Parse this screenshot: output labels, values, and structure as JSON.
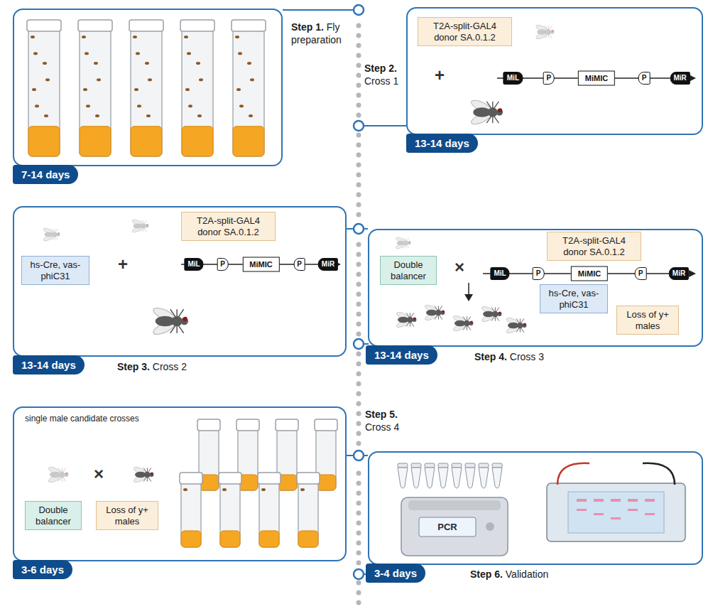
{
  "diagram": {
    "nodes": [
      {
        "text": [
          "Step 1.",
          "Fly preparation"
        ]
      },
      {
        "text": [
          "7-14 days"
        ],
        "in": 0
      },
      {
        "text": [
          "Step 2.",
          "Cross 1"
        ]
      },
      {
        "text": [
          "T2A-split-GAL4 donor SA.0.1.2"
        ],
        "in": 2
      },
      {
        "text": [
          "13-14 days"
        ],
        "in": 2
      },
      {
        "text": [
          "Step 3.",
          "Cross 2"
        ]
      },
      {
        "text": [
          "hs-Cre, vas-phiC31"
        ],
        "in": 5
      },
      {
        "text": [
          "T2A-split-GAL4 donor SA.0.1.2"
        ],
        "in": 5
      },
      {
        "text": [
          "13-14 days"
        ],
        "in": 5
      },
      {
        "text": [
          "Step 4.",
          "Cross 3"
        ]
      },
      {
        "text": [
          "Double balancer"
        ],
        "in": 9
      },
      {
        "text": [
          "T2A-split-GAL4 donor SA.0.1.2"
        ],
        "in": 9
      },
      {
        "text": [
          "hs-Cre, vas-phiC31"
        ],
        "in": 9
      },
      {
        "text": [
          "Loss of y+ males"
        ],
        "in": 9
      },
      {
        "text": [
          "13-14 days"
        ],
        "in": 9
      },
      {
        "text": [
          "Step 5.",
          "Cross 4"
        ]
      },
      {
        "text": [
          "Double balancer"
        ],
        "in": 15
      },
      {
        "text": [
          "Loss of y+ males"
        ],
        "in": 15
      },
      {
        "text": [
          "3-6 days"
        ],
        "in": 15
      },
      {
        "text": [
          "Step 6.",
          "Validation"
        ]
      },
      {
        "text": [
          "3-4 days"
        ],
        "in": 19
      }
    ],
    "labels": [
      "MiL",
      "P",
      "MiMIC",
      "P",
      "MiR",
      "+",
      "MiL",
      "P",
      "MiMIC",
      "P",
      "MiR",
      "+",
      "×",
      "MiL",
      "P",
      "MiMIC",
      "P",
      "MiR",
      "×",
      "single male candidate crosses",
      "PCR"
    ]
  }
}
